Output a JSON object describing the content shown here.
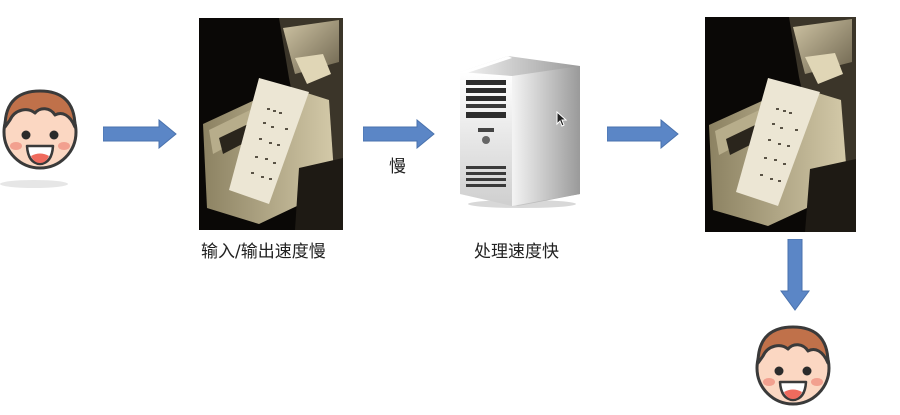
{
  "labels": {
    "io_slow": "输入/输出速度慢",
    "slow": "慢",
    "processing_fast": "处理速度快"
  },
  "colors": {
    "arrow": "#5b86c6",
    "arrow_edge": "#4a72ad",
    "face_skin": "#fbd7c2",
    "face_hair": "#c0714a",
    "face_outline": "#3a3a3a",
    "cheek": "#f2a08f",
    "tower_silver": "#e6e6e6",
    "tower_dark": "#2d2d2d"
  },
  "icons": {
    "user_start": "smiling-face-icon",
    "user_end": "smiling-face-icon",
    "io_device": "card-reader-photo",
    "io_device_output": "card-reader-photo",
    "computer": "computer-tower-icon",
    "cursor": "mouse-cursor-icon"
  }
}
